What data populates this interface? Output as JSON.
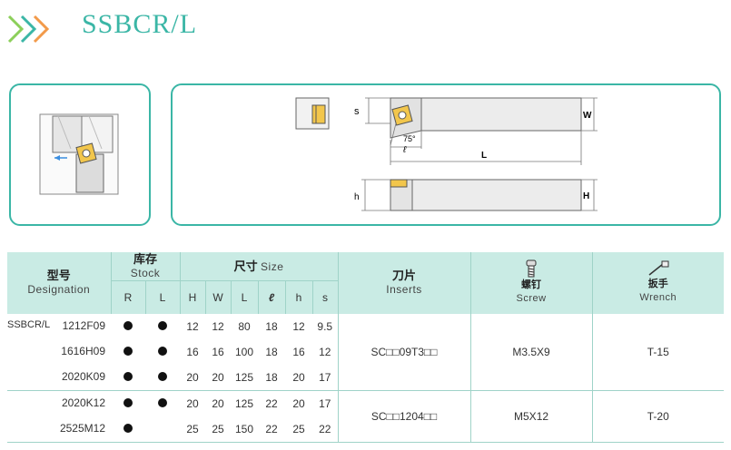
{
  "header": {
    "title": "SSBCR/L"
  },
  "table": {
    "designation": {
      "zh": "型号",
      "en": "Designation"
    },
    "stock": {
      "zh": "库存",
      "en": "Stock",
      "cols": [
        "R",
        "L"
      ]
    },
    "size": {
      "zh": "尺寸",
      "en": "Size",
      "cols": [
        "H",
        "W",
        "L",
        "ℓ",
        "h",
        "s"
      ]
    },
    "inserts": {
      "zh": "刀片",
      "en": "Inserts"
    },
    "screw": {
      "zh": "螺钉",
      "en": "Screw"
    },
    "wrench": {
      "zh": "扳手",
      "en": "Wrench"
    },
    "prefix": "SSBCR/L",
    "rows": [
      {
        "code": "1212F09",
        "R": true,
        "L": true,
        "H": "12",
        "W": "12",
        "L_": "80",
        "l": "18",
        "h": "12",
        "s": "9.5"
      },
      {
        "code": "1616H09",
        "R": true,
        "L": true,
        "H": "16",
        "W": "16",
        "L_": "100",
        "l": "18",
        "h": "16",
        "s": "12"
      },
      {
        "code": "2020K09",
        "R": true,
        "L": true,
        "H": "20",
        "W": "20",
        "L_": "125",
        "l": "18",
        "h": "20",
        "s": "17"
      },
      {
        "code": "2020K12",
        "R": true,
        "L": true,
        "H": "20",
        "W": "20",
        "L_": "125",
        "l": "22",
        "h": "20",
        "s": "17"
      },
      {
        "code": "2525M12",
        "R": true,
        "L": false,
        "H": "25",
        "W": "25",
        "L_": "150",
        "l": "22",
        "h": "25",
        "s": "22"
      }
    ],
    "groups": [
      {
        "insert": "SC□□09T3□□",
        "screw": "M3.5X9",
        "wrench": "T-15"
      },
      {
        "insert": "SC□□1204□□",
        "screw": "M5X12",
        "wrench": "T-20"
      }
    ]
  },
  "diagram": {
    "labels": {
      "s": "s",
      "W": "W",
      "angle": "75°",
      "l": "ℓ",
      "L": "L",
      "h": "h",
      "H": "H"
    }
  },
  "colors": {
    "accent": "#3bb6a6",
    "header_bg": "#c9ebe4",
    "chevron_orange": "#f29a4a"
  }
}
